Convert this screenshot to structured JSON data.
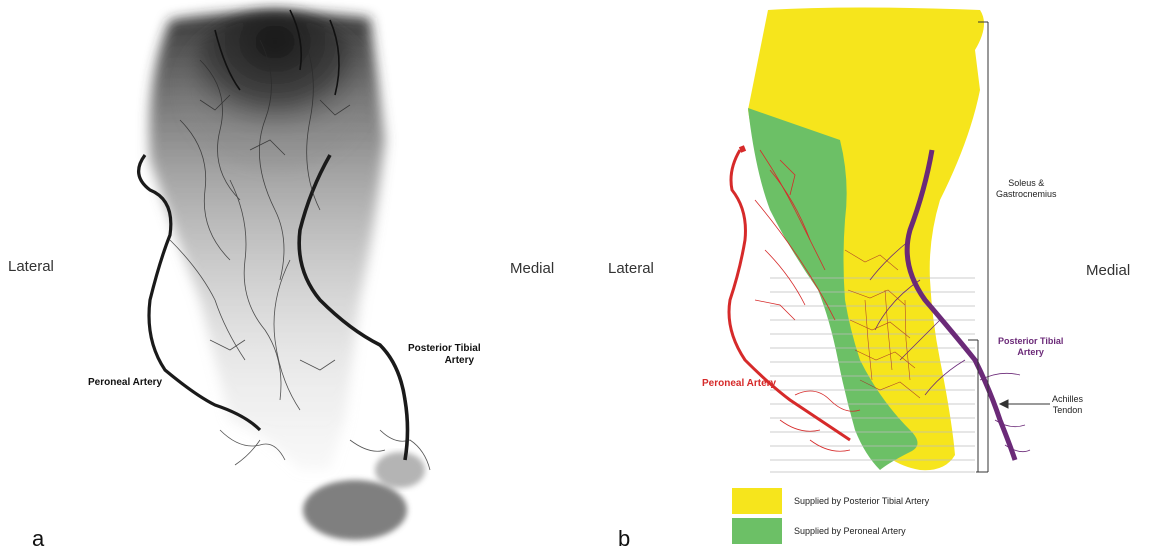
{
  "panel_a": {
    "letter": "a",
    "left_label": "Lateral",
    "right_label": "Medial",
    "peroneal_label": "Peroneal Artery",
    "posterior_tibial_label_line1": "Posterior Tibial",
    "posterior_tibial_label_line2": "Artery"
  },
  "panel_b": {
    "letter": "b",
    "left_label": "Lateral",
    "right_label": "Medial",
    "peroneal_label": "Peroneal Artery",
    "posterior_tibial_label_line1": "Posterior Tibial",
    "posterior_tibial_label_line2": "Artery",
    "soleus_label_line1": "Soleus &",
    "soleus_label_line2": "Gastrocnemius",
    "achilles_label_line1": "Achilles",
    "achilles_label_line2": "Tendon",
    "legend": [
      {
        "label": "Supplied by Posterior Tibial Artery",
        "color": "#f6e51c"
      },
      {
        "label": "Supplied by Peroneal Artery",
        "color": "#6cc066"
      }
    ]
  },
  "colors": {
    "peroneal": "#d62a2a",
    "posterior_tibial": "#6b2a78",
    "angiogram": "#1a1a1a"
  }
}
